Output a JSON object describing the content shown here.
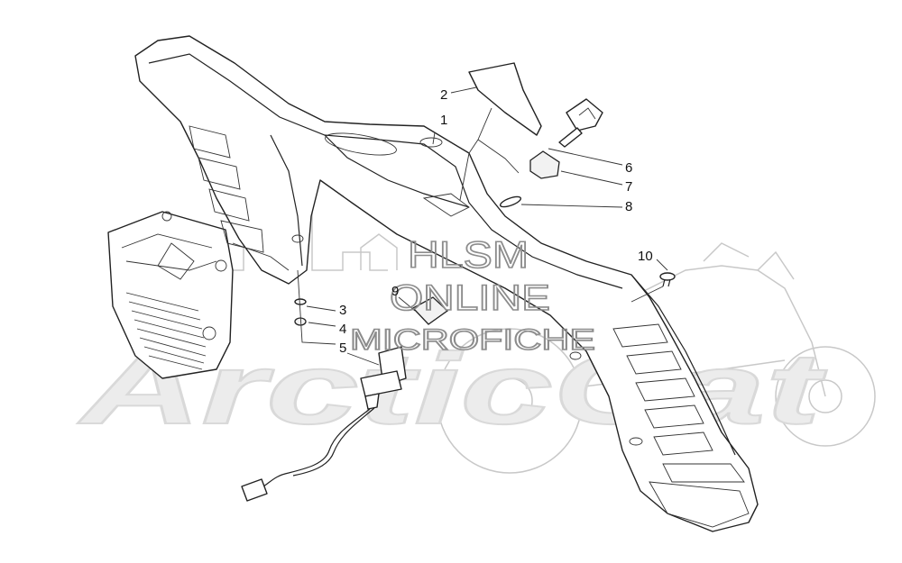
{
  "watermark": {
    "brand": "ArcticCat",
    "line1": "HLSM",
    "line2": "ONLINE",
    "line3": "MICROFICHE"
  },
  "callouts": [
    "1",
    "2",
    "3",
    "4",
    "5",
    "6",
    "7",
    "8",
    "9",
    "10"
  ]
}
